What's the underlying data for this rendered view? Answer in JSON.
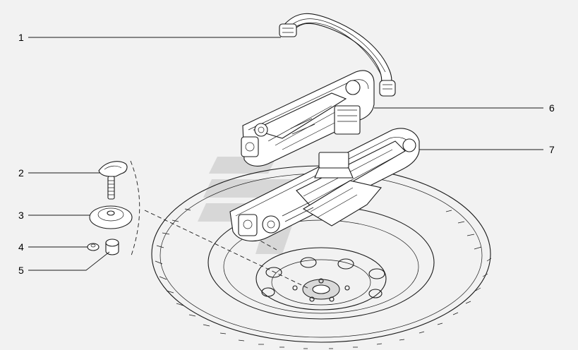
{
  "callouts": [
    {
      "id": "1",
      "label": "1"
    },
    {
      "id": "2",
      "label": "2"
    },
    {
      "id": "3",
      "label": "3"
    },
    {
      "id": "4",
      "label": "4"
    },
    {
      "id": "5",
      "label": "5"
    },
    {
      "id": "6",
      "label": "6"
    },
    {
      "id": "7",
      "label": "7"
    }
  ],
  "colors": {
    "background": "#f2f2f2",
    "line": "#1a1a1a",
    "watermark": "#c9c9c9"
  }
}
